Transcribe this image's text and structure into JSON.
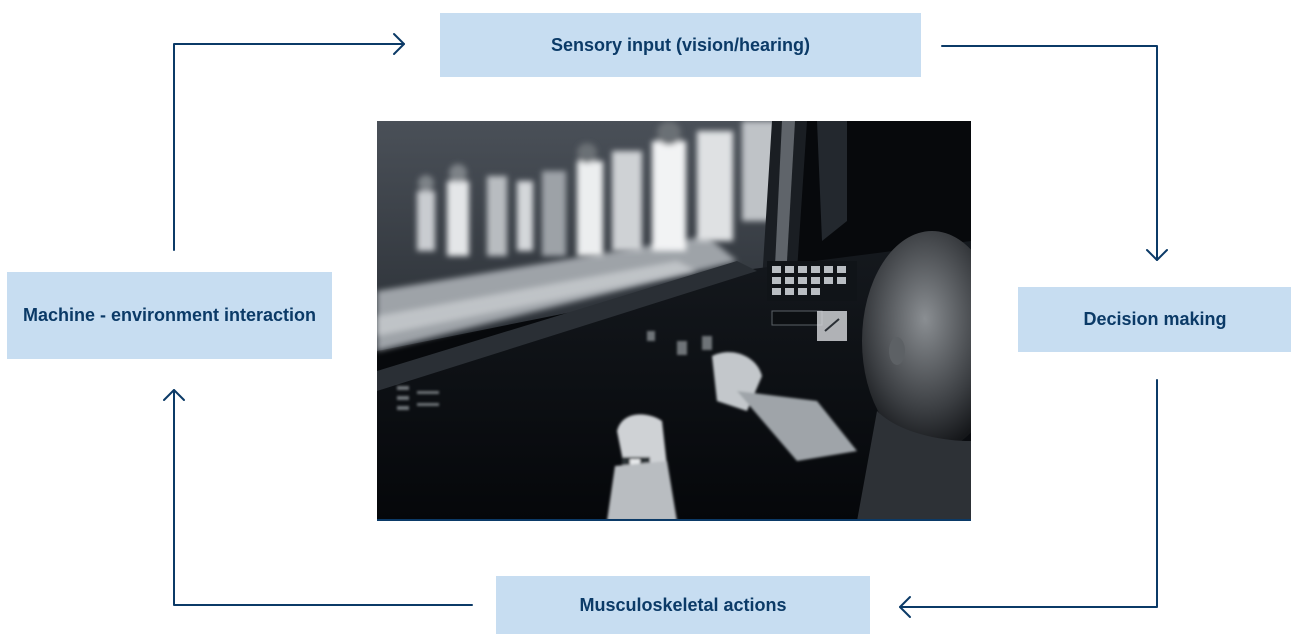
{
  "diagram": {
    "nodes": {
      "sensory": {
        "label": "Sensory input (vision/hearing)"
      },
      "decision": {
        "label": "Decision making"
      },
      "muscle": {
        "label": "Musculoskeletal actions"
      },
      "machine": {
        "label": "Machine - environment interaction"
      }
    },
    "edges": [
      {
        "from": "sensory",
        "to": "decision"
      },
      {
        "from": "decision",
        "to": "muscle"
      },
      {
        "from": "muscle",
        "to": "machine"
      },
      {
        "from": "machine",
        "to": "sensory"
      }
    ],
    "colors": {
      "box_fill": "#c7ddf1",
      "text": "#0b3a67",
      "arrow": "#0b3a67"
    }
  },
  "photo": {
    "subject": "train-driver-cab-photo",
    "style": "monochrome"
  }
}
